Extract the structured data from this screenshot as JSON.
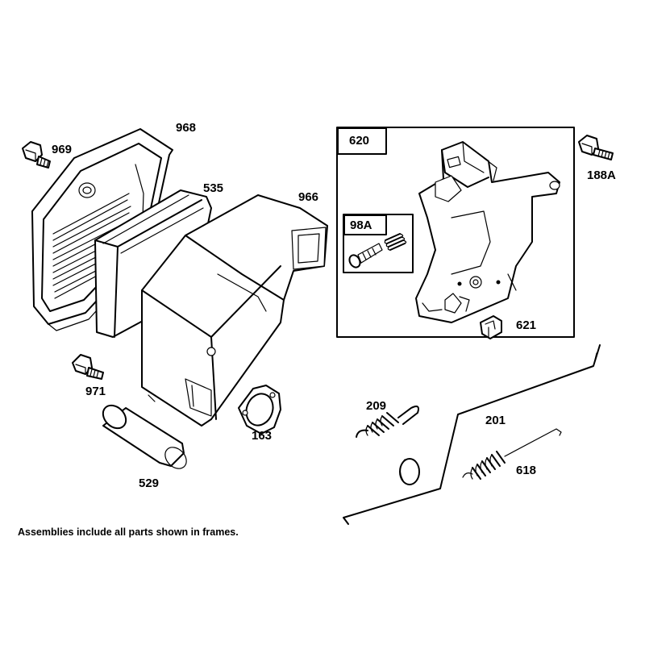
{
  "diagram": {
    "parts": {
      "p969": "969",
      "p968": "968",
      "p535": "535",
      "p966": "966",
      "p971": "971",
      "p529": "529",
      "p163": "163",
      "p620": "620",
      "p98a": "98A",
      "p188a": "188A",
      "p621": "621",
      "p209": "209",
      "p201": "201",
      "p618": "618"
    },
    "note": "Assemblies include all parts shown in frames."
  }
}
